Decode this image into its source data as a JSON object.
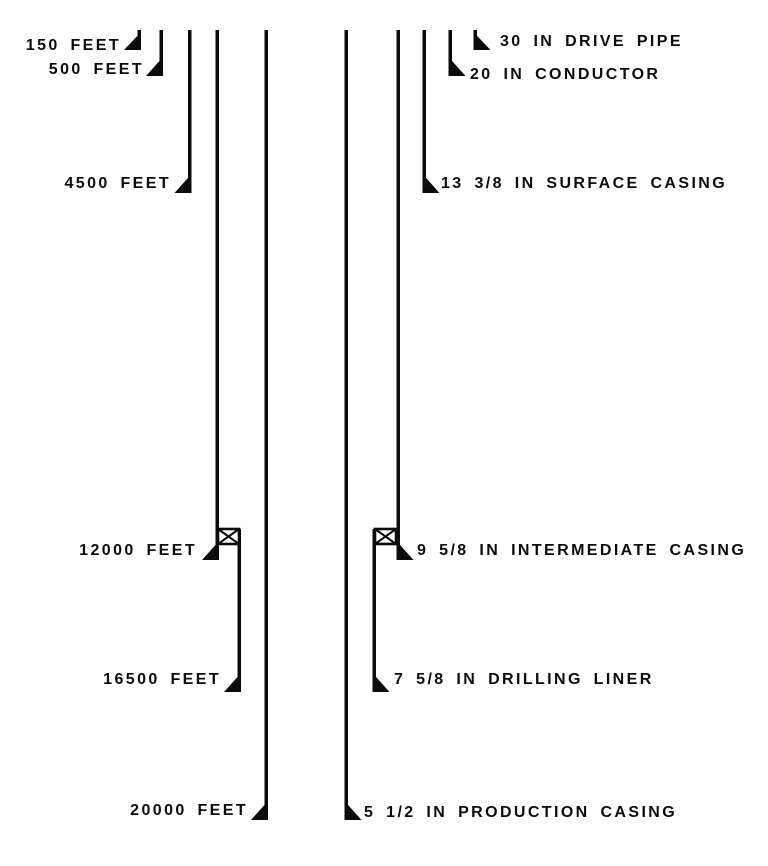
{
  "figure": {
    "ink_color": "#0b0b0b",
    "background_color": "#ffffff",
    "strings": [
      {
        "name": "drive-pipe",
        "depth_label": "150 FEET",
        "size_label": "30 IN DRIVE PIPE"
      },
      {
        "name": "conductor",
        "depth_label": "500 FEET",
        "size_label": "20 IN CONDUCTOR"
      },
      {
        "name": "surface-casing",
        "depth_label": "4500 FEET",
        "size_label": "13 3/8 IN SURFACE CASING"
      },
      {
        "name": "intermediate-casing",
        "depth_label": "12000 FEET",
        "size_label": "9 5/8 IN INTERMEDIATE CASING"
      },
      {
        "name": "drilling-liner",
        "depth_label": "16500 FEET",
        "size_label": "7 5/8 IN DRILLING LINER"
      },
      {
        "name": "production-casing",
        "depth_label": "20000 FEET",
        "size_label": "5 1/2 IN PRODUCTION CASING"
      }
    ]
  }
}
